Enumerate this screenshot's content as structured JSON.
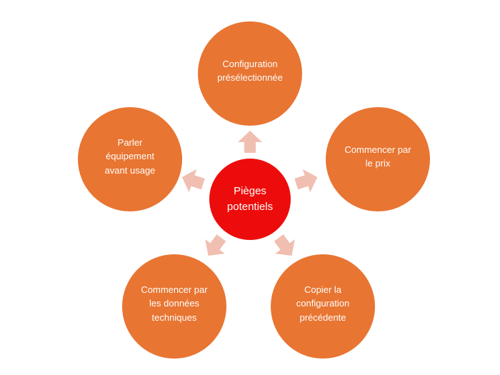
{
  "diagram": {
    "type": "radial-diverging",
    "center": {
      "label": "Pièges potentiels"
    },
    "nodes": [
      {
        "position": "top",
        "label": "Configuration présélectionnée"
      },
      {
        "position": "right",
        "label": "Commencer par le prix"
      },
      {
        "position": "bottom-right",
        "label": "Copier la configuration précédente"
      },
      {
        "position": "bottom-left",
        "label": "Commencer par les données techniques"
      },
      {
        "position": "left",
        "label": "Parler équipement avant usage"
      }
    ],
    "colors": {
      "satellite_fill": "#E87532",
      "center_fill": "#ED0C0C",
      "arrow_fill": "#F0BFB1",
      "text": "#FFFDFB",
      "background": "#FFFFFF"
    }
  }
}
